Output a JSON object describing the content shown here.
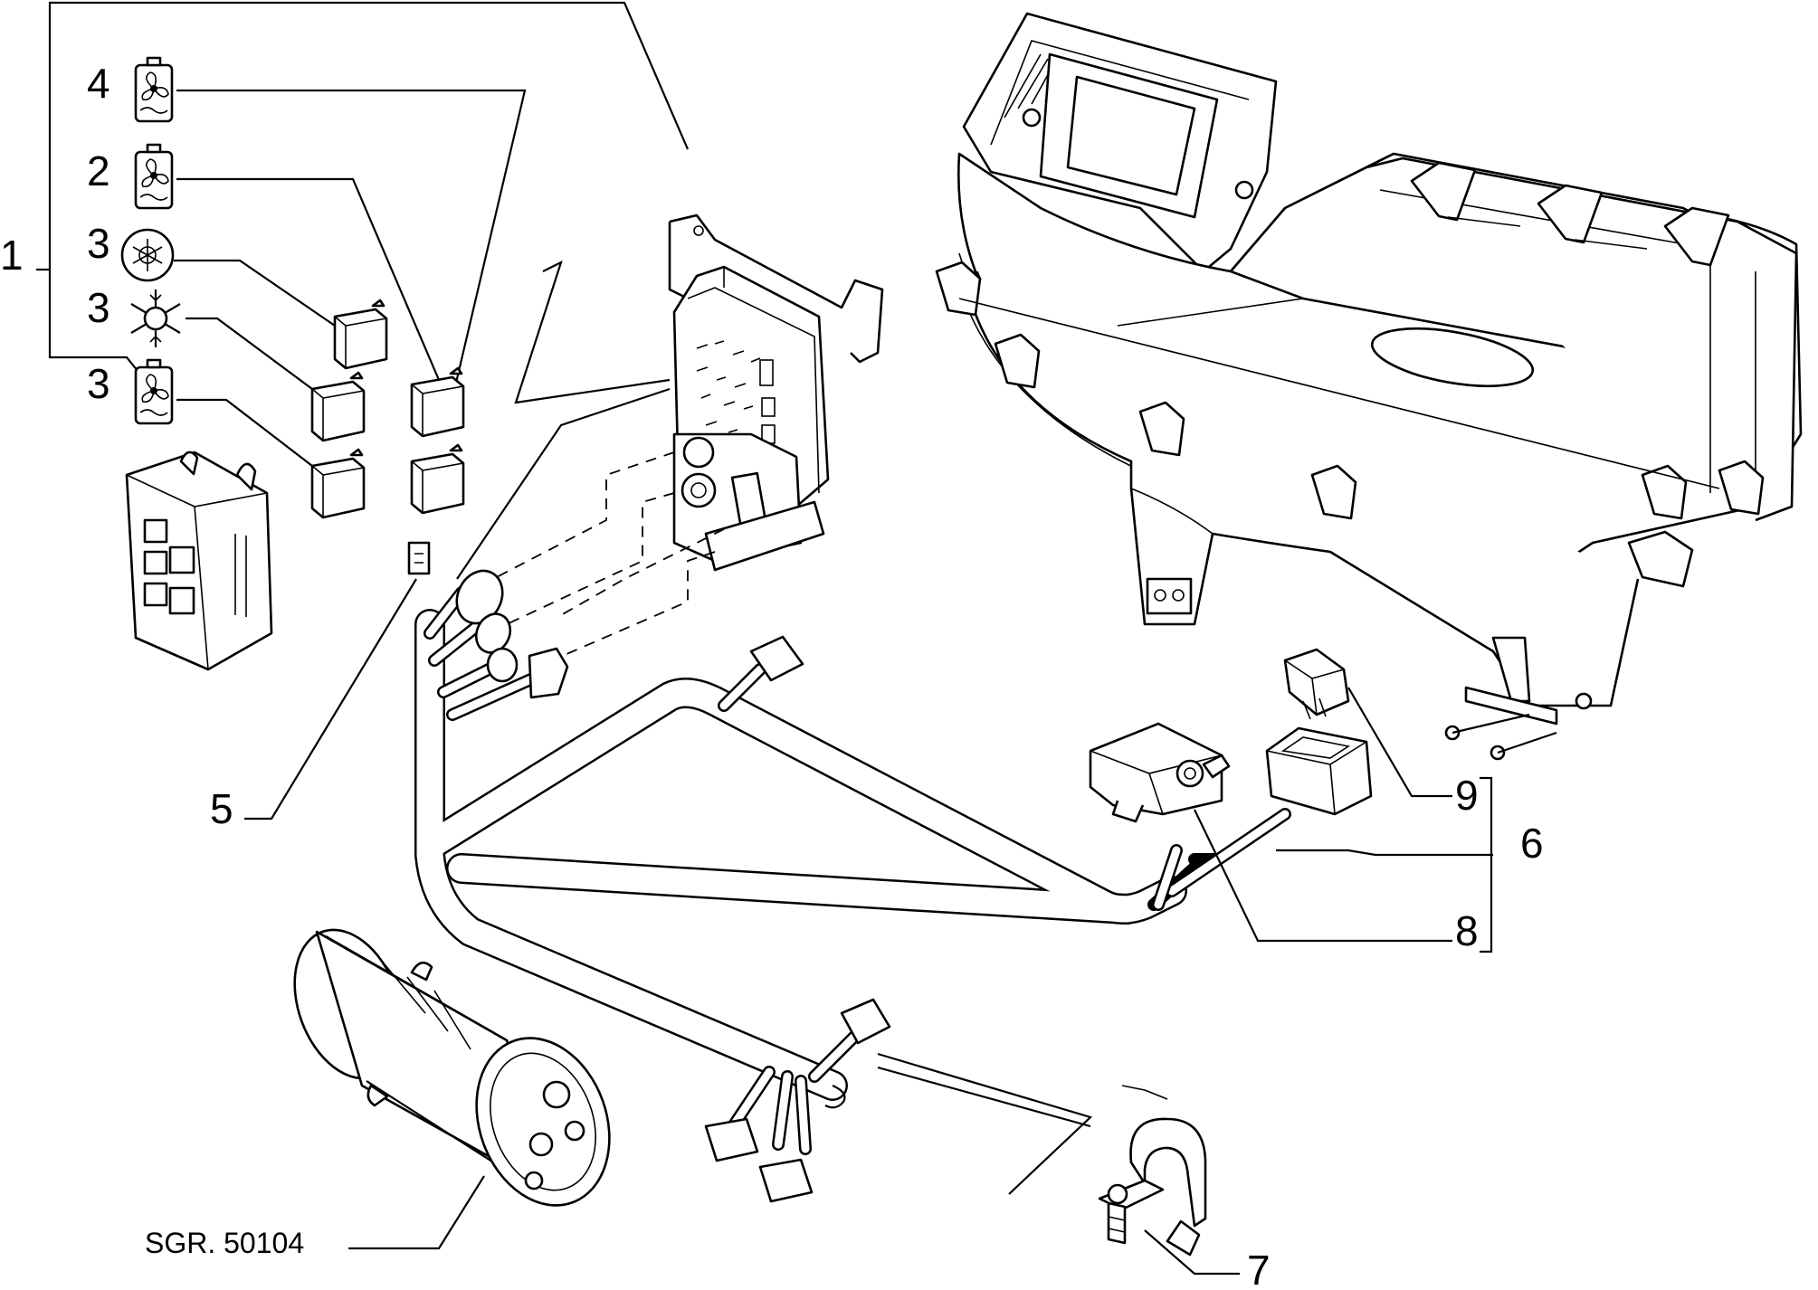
{
  "diagram": {
    "reference_code": "SGR. 50104",
    "callouts": {
      "c1": "1",
      "c2": "2",
      "c3a": "3",
      "c3b": "3",
      "c3c": "3",
      "c4": "4",
      "c5": "5",
      "c6": "6",
      "c7": "7",
      "c8": "8",
      "c9": "9"
    },
    "legend_icons": [
      {
        "callout": "4",
        "icon": "radiator-fan-icon"
      },
      {
        "callout": "2",
        "icon": "radiator-fan-icon"
      },
      {
        "callout": "3",
        "icon": "compressor-snowflake-icon"
      },
      {
        "callout": "3",
        "icon": "snowflake-icon"
      },
      {
        "callout": "3",
        "icon": "radiator-fan-icon"
      }
    ],
    "line_color": "#000000",
    "background_color": "#ffffff"
  }
}
